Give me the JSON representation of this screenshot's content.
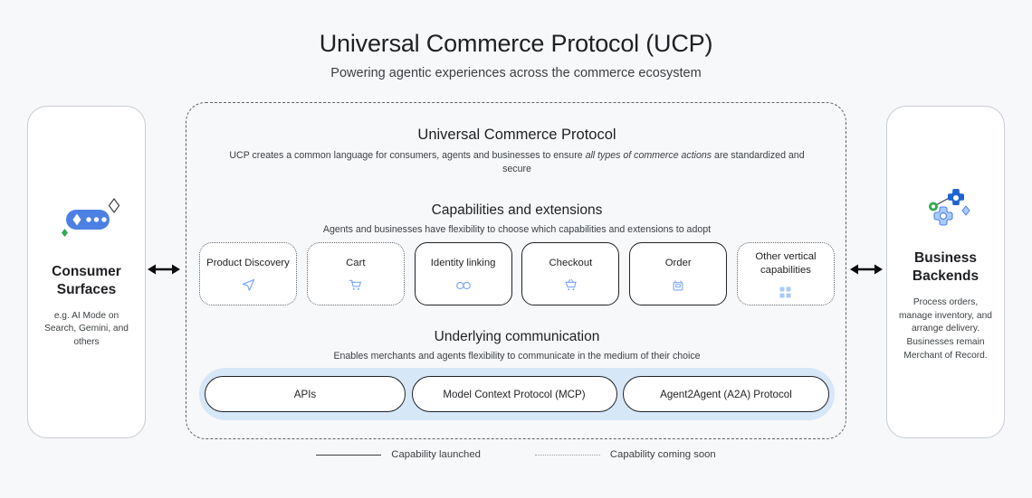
{
  "header": {
    "title": "Universal Commerce Protocol (UCP)",
    "subtitle": "Powering agentic experiences across the commerce ecosystem"
  },
  "left_panel": {
    "icon": "ai-chat-bubble-sparkle-icon",
    "title": "Consumer Surfaces",
    "description": "e.g. AI Mode on Search, Gemini, and others"
  },
  "right_panel": {
    "icon": "gears-sparkle-icon",
    "title": "Business Backends",
    "description": "Process orders, manage inventory, and arrange delivery. Businesses remain Merchant of Record."
  },
  "arrows": {
    "left": "double-headed-arrow-icon",
    "right": "double-headed-arrow-icon"
  },
  "ucp": {
    "title": "Universal Commerce Protocol",
    "subtitle_part1": "UCP creates a common language for consumers, agents and businesses to ensure ",
    "subtitle_emphasis": "all types of commerce actions",
    "subtitle_part2": " are standardized and secure"
  },
  "capabilities": {
    "title": "Capabilities and extensions",
    "subtitle": "Agents and businesses have flexibility to choose which capabilities and extensions to adopt",
    "cards": [
      {
        "label": "Product Discovery",
        "icon": "send-arrow-icon",
        "status": "soon"
      },
      {
        "label": "Cart",
        "icon": "shopping-cart-icon",
        "status": "soon"
      },
      {
        "label": "Identity linking",
        "icon": "link-chain-icon",
        "status": "launched"
      },
      {
        "label": "Checkout",
        "icon": "checkout-cart-icon",
        "status": "launched"
      },
      {
        "label": "Order",
        "icon": "order-box-icon",
        "status": "launched"
      },
      {
        "label": "Other vertical capabilities",
        "icon": "grid-squares-icon",
        "status": "soon"
      }
    ]
  },
  "communication": {
    "title": "Underlying communication",
    "subtitle": "Enables merchants and agents flexibility to communicate in the medium of their choice",
    "band_color": "#d6e7f8",
    "pills": [
      {
        "label": "APIs"
      },
      {
        "label": "Model Context Protocol (MCP)"
      },
      {
        "label": "Agent2Agent (A2A) Protocol"
      }
    ]
  },
  "legend": [
    {
      "style": "solid",
      "label": "Capability launched"
    },
    {
      "style": "dotted",
      "label": "Capability coming soon"
    }
  ],
  "colors": {
    "background": "#f7f8fa",
    "accent_blue": "#7aa7f5",
    "band_blue": "#d6e7f8",
    "ink": "#1f2023"
  }
}
